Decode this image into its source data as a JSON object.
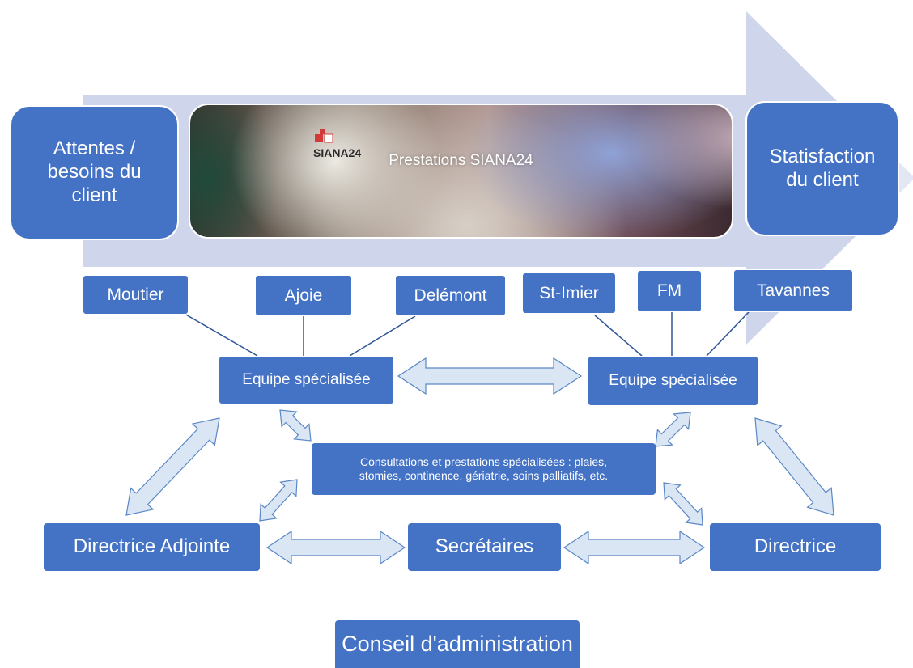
{
  "colors": {
    "box": "#4472c4",
    "process_arrow": "#cfd6ec",
    "double_arrow_fill": "#dbe6f4",
    "double_arrow_stroke": "#5b87c6",
    "line": "#2f5597"
  },
  "process": {
    "input_label": "Attentes /\nbesoins du\nclient",
    "center_label": "Prestations SIANA24",
    "output_label": "Statisfaction\ndu client",
    "photo_logo": "SIANA24"
  },
  "regions": {
    "left": [
      "Moutier",
      "Ajoie",
      "Delémont"
    ],
    "right": [
      "St-Imier",
      "FM",
      "Tavannes"
    ]
  },
  "teams": {
    "left": "Equipe spécialisée",
    "right": "Equipe spécialisée"
  },
  "consultations": "Consultations et prestations spécialisées : plaies,\nstomies, continence, gériatrie, soins palliatifs, etc.",
  "roles": {
    "deputy": "Directrice Adjointe",
    "secretaries": "Secrétaires",
    "director": "Directrice"
  },
  "board": "Conseil d'administration"
}
